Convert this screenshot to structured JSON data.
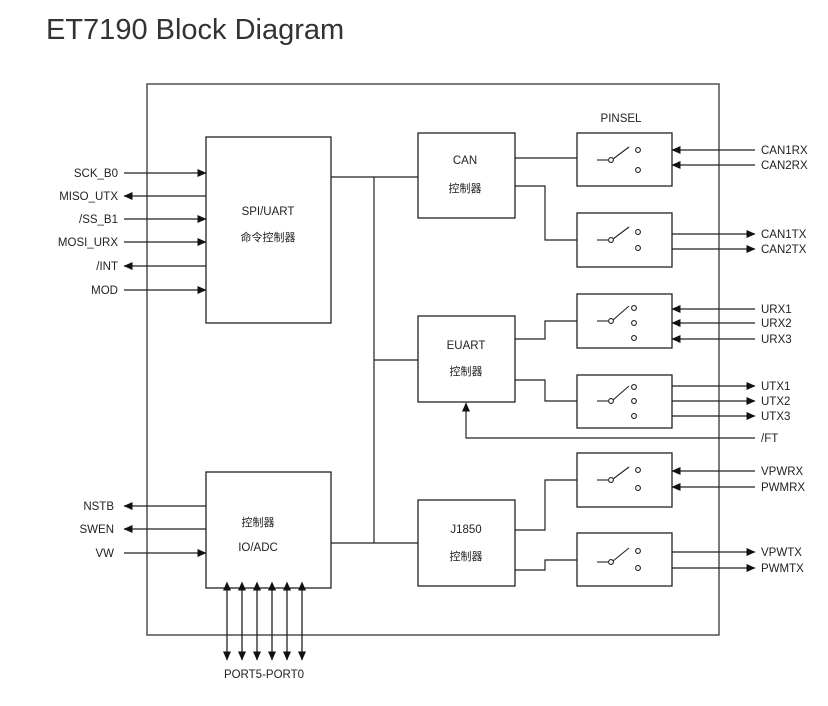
{
  "title": "ET7190 Block Diagram",
  "left_inputs": {
    "sck": "SCK_B0",
    "miso": "MISO_UTX",
    "ss": "/SS_B1",
    "mosi": "MOSI_URX",
    "int": "/INT",
    "mod": "MOD"
  },
  "left_io": {
    "nstb": "NSTB",
    "swen": "SWEN",
    "vw": "VW"
  },
  "blocks": {
    "spi_title": "SPI/UART",
    "spi_sub": "命令控制器",
    "io_sub": "控制器",
    "io_title": "IO/ADC",
    "can_title": "CAN",
    "can_sub": "控制器",
    "euart_title": "EUART",
    "euart_sub": "控制器",
    "j1850_title": "J1850",
    "j1850_sub": "控制器"
  },
  "pinsel": "PINSEL",
  "right_signals": {
    "can1rx": "CAN1RX",
    "can2rx": "CAN2RX",
    "can1tx": "CAN1TX",
    "can2tx": "CAN2TX",
    "urx1": "URX1",
    "urx2": "URX2",
    "urx3": "URX3",
    "utx1": "UTX1",
    "utx2": "UTX2",
    "utx3": "UTX3",
    "ft": "/FT",
    "vpwrx": "VPWRX",
    "pwmrx": "PWMRX",
    "vpwtx": "VPWTX",
    "pwmtx": "PWMTX"
  },
  "port_label": "PORT5-PORT0"
}
